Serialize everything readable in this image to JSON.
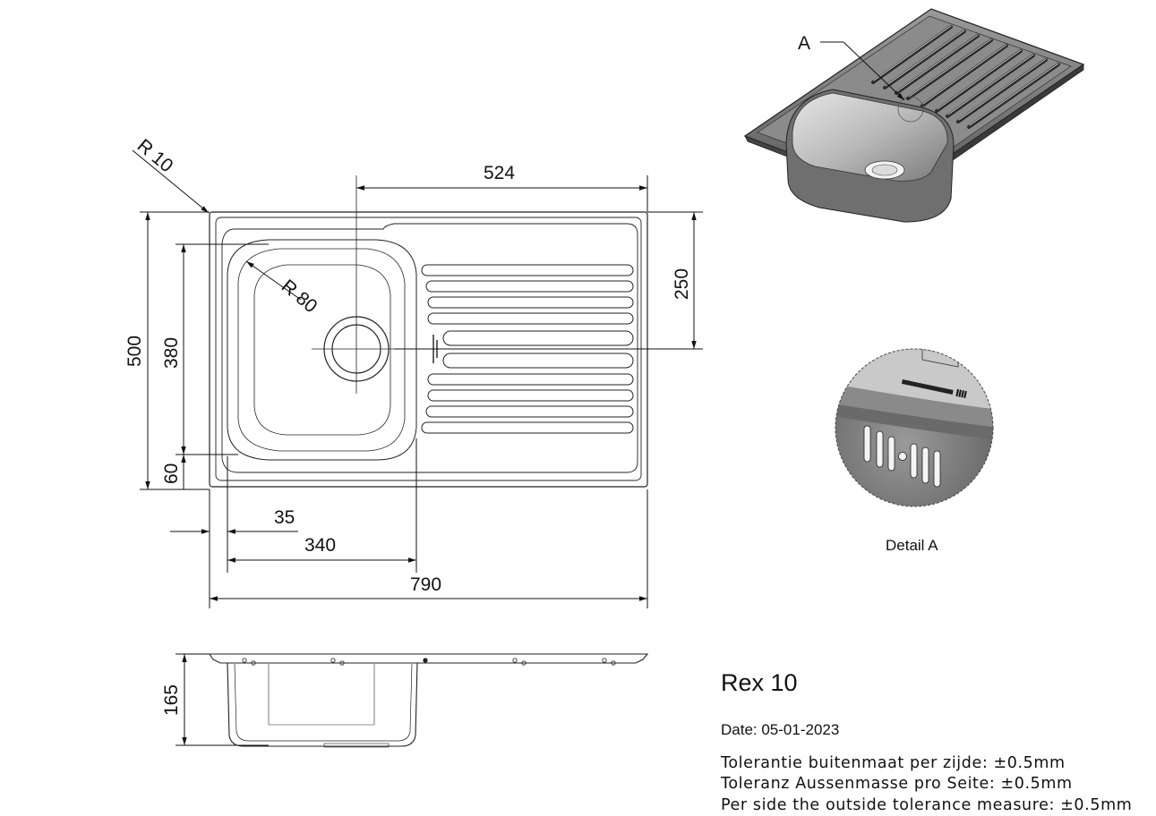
{
  "product": {
    "title": "Rex 10",
    "date": "Date: 05-01-2023",
    "tolerances": [
      "Tolerantie buitenmaat per zijde: ±0.5mm",
      "Toleranz Aussenmasse pro Seite: ±0.5mm",
      "Per side the outside tolerance measure: ±0.5mm"
    ]
  },
  "dimensions": {
    "radius_corner": "R 10",
    "radius_bowl": "R 80",
    "drainer_length": "524",
    "bowl_offset": "250",
    "total_depth": "500",
    "bowl_depth": "380",
    "front_margin": "60",
    "left_margin": "35",
    "bowl_width": "340",
    "total_width": "790",
    "bowl_height": "165"
  },
  "labels": {
    "detail_marker": "A",
    "detail_caption": "Detail A"
  }
}
